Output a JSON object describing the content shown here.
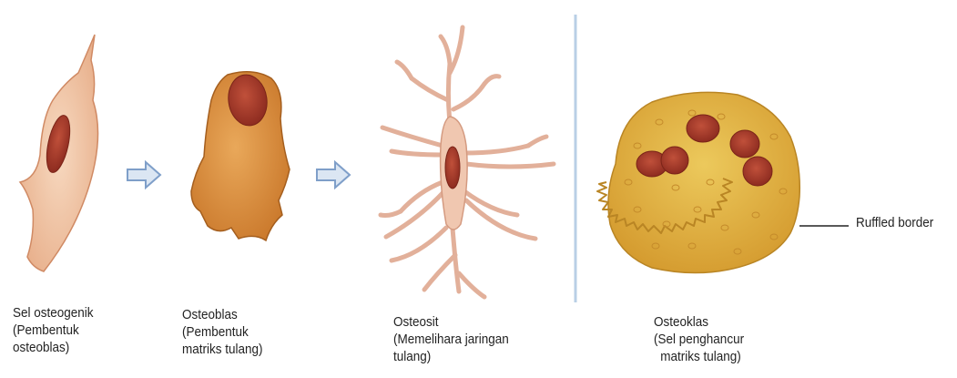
{
  "cells": [
    {
      "name": "Sel osteogenik",
      "lines": [
        "Sel osteogenik",
        "(Pembentuk",
        "osteoblas)"
      ]
    },
    {
      "name": "Osteoblas",
      "lines": [
        "Osteoblas",
        "(Pembentuk",
        "matriks tulang)"
      ]
    },
    {
      "name": "Osteosit",
      "lines": [
        "Osteosit",
        "(Memelihara jaringan",
        "tulang)"
      ]
    },
    {
      "name": "Osteoklas",
      "lines": [
        "Osteoklas",
        "(Sel penghancur",
        "matriks tulang)"
      ]
    }
  ],
  "annotation": {
    "label": "Ruffled border"
  },
  "colors": {
    "osteogenic_fill": "#f2c9a8",
    "osteoblast_fill": "#d9913e",
    "osteocyte_fill": "#f0c7b0",
    "osteoclast_fill": "#e0b848",
    "nucleus": "#a5382a",
    "arrow": "#7f9fc9",
    "divider": "#b9cfe6"
  }
}
